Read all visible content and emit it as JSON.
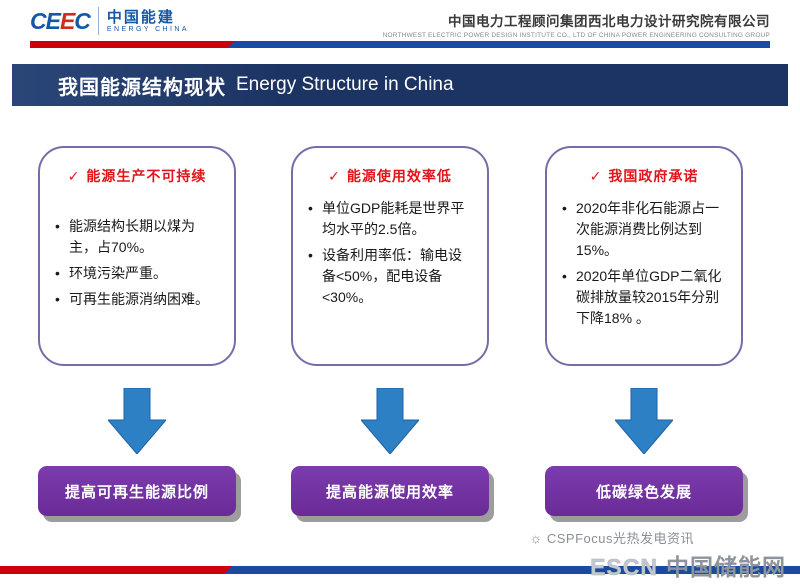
{
  "header": {
    "logo": {
      "part1": "CE",
      "part2": "E",
      "part3": "C",
      "name_cn": "中国能建",
      "name_en": "ENERGY CHINA"
    },
    "company_cn": "中国电力工程顾问集团西北电力设计研究院有限公司",
    "company_en": "NORTHWEST ELECTRIC POWER DESIGN INSTITUTE CO., LTD OF CHINA POWER ENGINEERING CONSULTING GROUP"
  },
  "title_bar": {
    "title_cn": "我国能源结构现状",
    "title_en": "Energy Structure in China"
  },
  "icons": {
    "check": "✓",
    "sun": "☼"
  },
  "columns": [
    {
      "heading": "能源生产不可持续",
      "bullets": [
        "能源结构长期以煤为主，占70%。",
        "环境污染严重。",
        "可再生能源消纳困难。"
      ],
      "action": "提高可再生能源比例"
    },
    {
      "heading": "能源使用效率低",
      "bullets": [
        "单位GDP能耗是世界平均水平的2.5倍。",
        "设备利用率低：输电设备<50%，配电设备<30%。"
      ],
      "action": "提高能源使用效率"
    },
    {
      "heading": "我国政府承诺",
      "bullets": [
        "2020年非化石能源占一次能源消费比例达到15%。",
        "2020年单位GDP二氧化碳排放量较2015年分别下降18% 。"
      ],
      "action": "低碳绿色发展"
    }
  ],
  "footer": {
    "watermark_line1": "CSPFocus光热发电资讯",
    "watermark_escn": "ESCN",
    "watermark_cn": "中国储能网"
  },
  "colors": {
    "title_bar_bg": "#1c3463",
    "box_border": "#7b6aa8",
    "heading_red": "#e3131b",
    "arrow_blue": "#2e80c4",
    "button_purple": "#7030a0",
    "stripe_red": "#cf000e",
    "stripe_blue": "#1b4aa2"
  }
}
